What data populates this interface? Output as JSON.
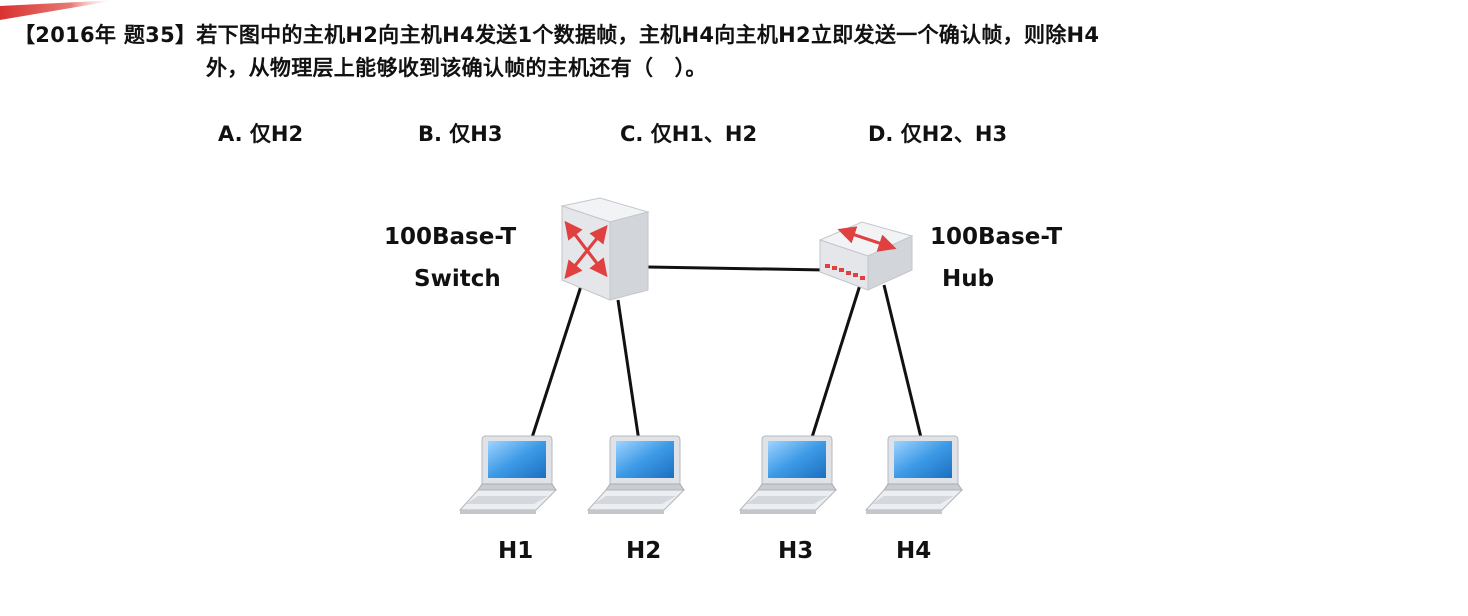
{
  "question": {
    "line1": "【2016年 题35】若下图中的主机H2向主机H4发送1个数据帧，主机H4向主机H2立即发送一个确认帧，则除H4",
    "line2": "外，从物理层上能够收到该确认帧的主机还有（　）。"
  },
  "options": [
    {
      "label": "A. 仅H2"
    },
    {
      "label": "B. 仅H3"
    },
    {
      "label": "C. 仅H1、H2"
    },
    {
      "label": "D. 仅H2、H3"
    }
  ],
  "diagram": {
    "switch": {
      "line1": "100Base-T",
      "line2": "Switch"
    },
    "hub": {
      "line1": "100Base-T",
      "line2": "Hub"
    },
    "hosts": [
      "H1",
      "H2",
      "H3",
      "H4"
    ]
  },
  "colors": {
    "accent": "#e0403f",
    "device_body": "#e6e7ea",
    "screen": "#2e8fd8",
    "cable": "#111111"
  },
  "icons": {
    "switch": "switch-icon",
    "hub": "hub-icon",
    "host": "laptop-icon"
  }
}
